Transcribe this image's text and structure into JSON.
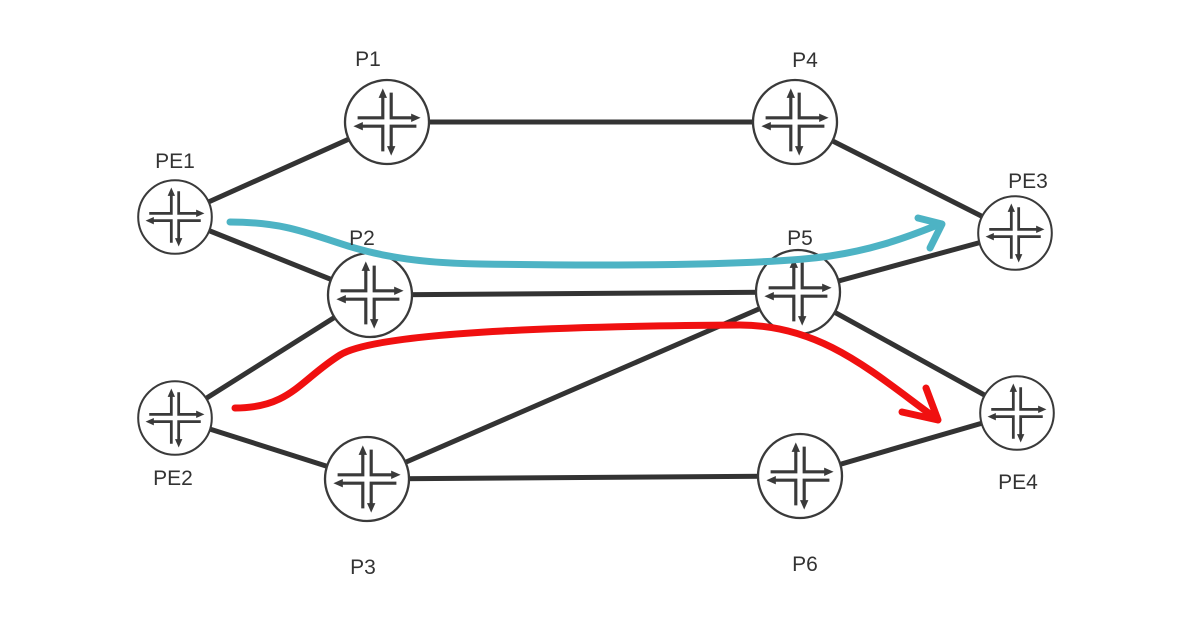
{
  "nodes": [
    {
      "id": "PE1",
      "label": "PE1"
    },
    {
      "id": "P1",
      "label": "P1"
    },
    {
      "id": "P4",
      "label": "P4"
    },
    {
      "id": "PE3",
      "label": "PE3"
    },
    {
      "id": "P2",
      "label": "P2"
    },
    {
      "id": "P5",
      "label": "P5"
    },
    {
      "id": "PE2",
      "label": "PE2"
    },
    {
      "id": "P3",
      "label": "P3"
    },
    {
      "id": "P6",
      "label": "P6"
    },
    {
      "id": "PE4",
      "label": "PE4"
    }
  ],
  "links": [
    [
      "PE1",
      "P1"
    ],
    [
      "PE1",
      "P2"
    ],
    [
      "P1",
      "P4"
    ],
    [
      "P4",
      "PE3"
    ],
    [
      "P2",
      "P5"
    ],
    [
      "P5",
      "PE3"
    ],
    [
      "PE2",
      "P2"
    ],
    [
      "PE2",
      "P3"
    ],
    [
      "P3",
      "P5"
    ],
    [
      "P3",
      "P6"
    ],
    [
      "P6",
      "PE4"
    ],
    [
      "P5",
      "PE4"
    ]
  ],
  "paths": [
    {
      "name": "pe1-to-pe3-path",
      "from": "PE1",
      "to": "PE3",
      "color": "#4DB3C4"
    },
    {
      "name": "pe2-to-pe4-path",
      "from": "PE2",
      "to": "PE4",
      "color": "#F01010"
    }
  ],
  "colors": {
    "link": "#333333",
    "router_stroke": "#3a3a3a"
  }
}
